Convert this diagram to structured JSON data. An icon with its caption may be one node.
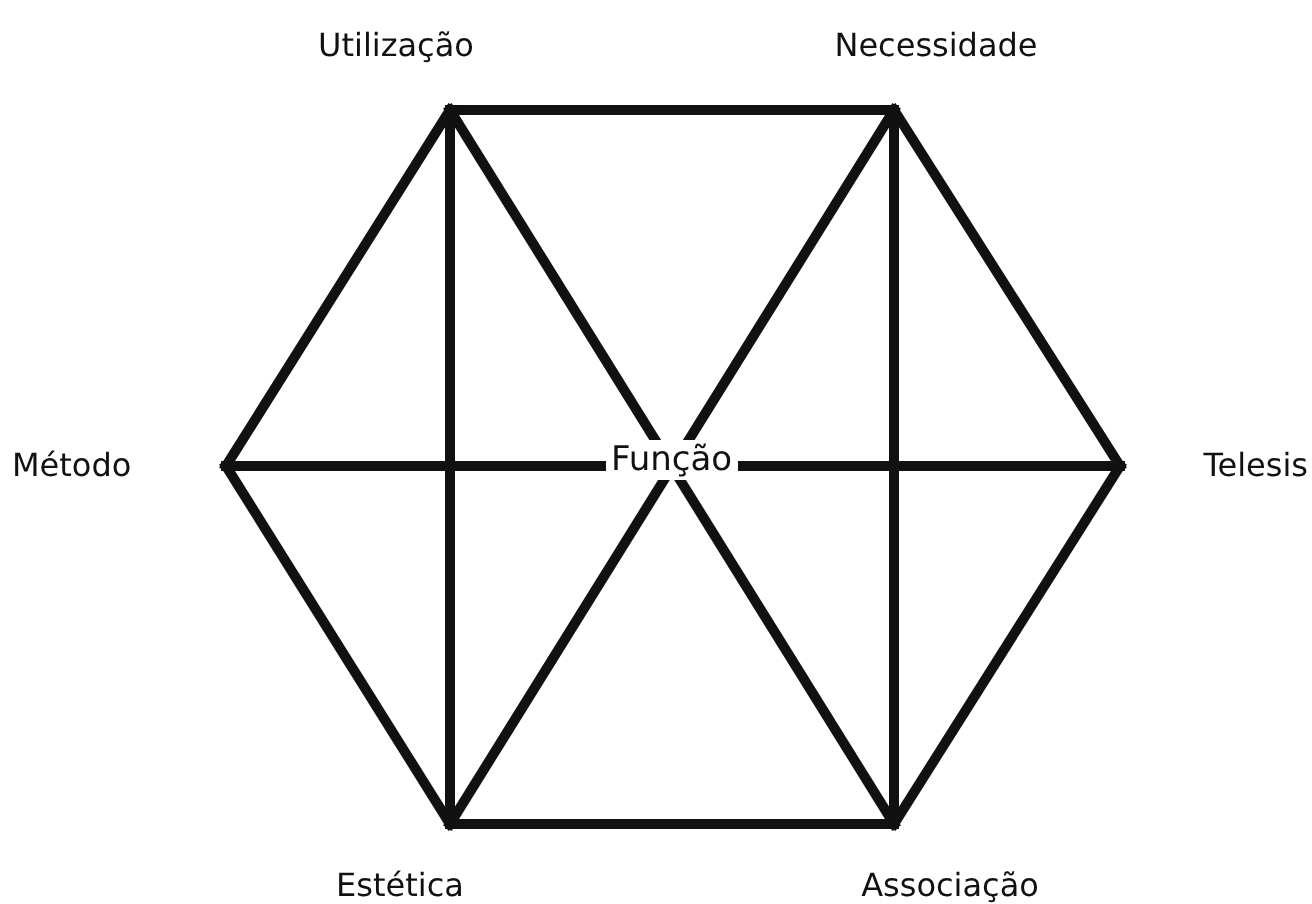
{
  "diagram": {
    "nodes": [
      {
        "text": [
          "Utilização"
        ]
      },
      {
        "text": [
          "Necessidade"
        ]
      },
      {
        "text": [
          "Método"
        ]
      },
      {
        "text": [
          "Telesis"
        ]
      },
      {
        "text": [
          "Estética"
        ]
      },
      {
        "text": [
          "Associação"
        ]
      }
    ],
    "edges": [
      {
        "from": 0,
        "to": 1,
        "arrow": "none"
      },
      {
        "from": 1,
        "to": 3,
        "arrow": "none"
      },
      {
        "from": 3,
        "to": 5,
        "arrow": "none"
      },
      {
        "from": 5,
        "to": 4,
        "arrow": "none"
      },
      {
        "from": 4,
        "to": 2,
        "arrow": "none"
      },
      {
        "from": 2,
        "to": 0,
        "arrow": "none"
      },
      {
        "from": 0,
        "to": 4,
        "arrow": "none"
      },
      {
        "from": 1,
        "to": 5,
        "arrow": "none"
      },
      {
        "from": 0,
        "to": 5,
        "arrow": "none"
      },
      {
        "from": 1,
        "to": 4,
        "arrow": "none"
      },
      {
        "from": 2,
        "to": 3,
        "arrow": "none"
      }
    ],
    "labels": [
      "Função"
    ]
  }
}
